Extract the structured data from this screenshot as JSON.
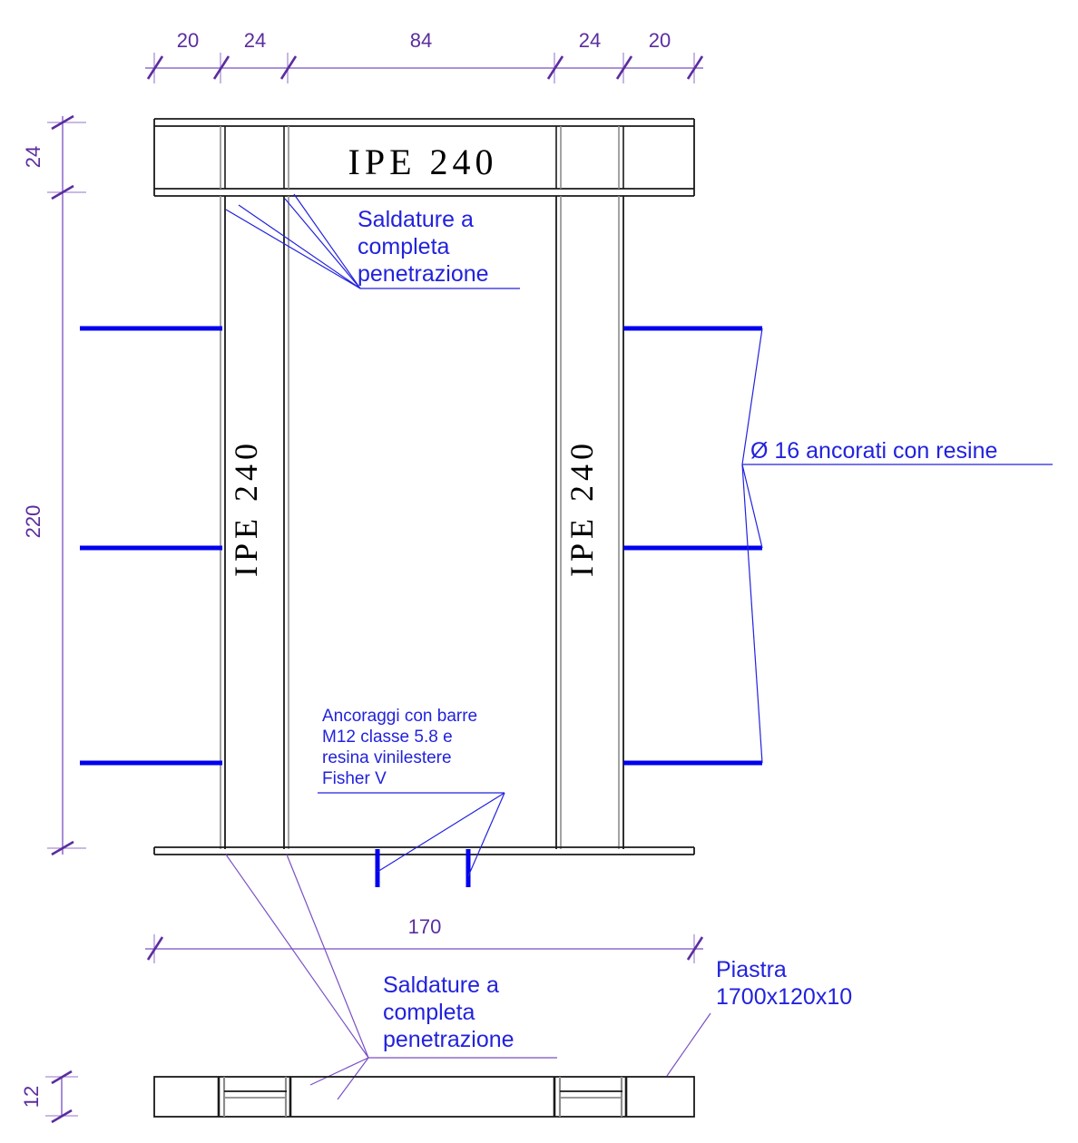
{
  "drawing": {
    "title": "Dettaglio nodo colonna-trave IPE 240 con piastra di base",
    "colors": {
      "steel": "#1a1a1a",
      "dimension": "#5b2d9e",
      "dimension_line": "#7a4fc4",
      "annotation": "#2222dd",
      "anchor": "#0000ee",
      "background": "#ffffff"
    }
  },
  "top_dimension_chain": {
    "name": "top-horizontal-dimension-chain",
    "segments": [
      {
        "label": "20"
      },
      {
        "label": "24"
      },
      {
        "label": "84"
      },
      {
        "label": "24"
      },
      {
        "label": "20"
      }
    ]
  },
  "left_dimension_chain": {
    "name": "left-vertical-dimension-chain",
    "segments": [
      {
        "label": "24"
      },
      {
        "label": "220"
      }
    ]
  },
  "plan_dimension": {
    "label": "170"
  },
  "plate_thickness_dimension": {
    "label": "12"
  },
  "members": {
    "top_beam_label": "IPE 240",
    "left_column_label": "IPE 240",
    "right_column_label": "IPE 240"
  },
  "annotations": {
    "weld_top": {
      "lines": [
        "Saldature a",
        "completa",
        "penetrazione"
      ]
    },
    "weld_bottom": {
      "lines": [
        "Saldature a",
        "completa",
        "penetrazione"
      ]
    },
    "anchors_right": {
      "text": "Ø 16 ancorati con resine"
    },
    "anchor_bars": {
      "lines": [
        "Ancoraggi con barre",
        "M12 classe 5.8 e",
        "resina vinilestere",
        "Fisher V"
      ]
    },
    "base_plate": {
      "lines": [
        "Piastra",
        "1700x120x10"
      ]
    }
  }
}
